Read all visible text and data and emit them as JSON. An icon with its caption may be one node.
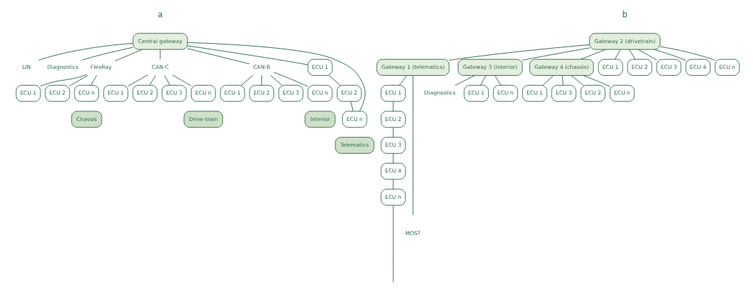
{
  "diagram": {
    "nodes": [
      {
        "text": [
          "Central gateway"
        ]
      },
      {
        "text": [
          "LIN"
        ]
      },
      {
        "text": [
          "Diagnostics"
        ]
      },
      {
        "text": [
          "FlexRay"
        ]
      },
      {
        "text": [
          "CAN-C"
        ]
      },
      {
        "text": [
          "CAN-B"
        ]
      },
      {
        "text": [
          "ECU 1"
        ]
      },
      {
        "text": [
          "ECU 2"
        ]
      },
      {
        "text": [
          "ECU n"
        ]
      },
      {
        "text": [
          "ECU 1"
        ]
      },
      {
        "text": [
          "ECU 2"
        ]
      },
      {
        "text": [
          "ECU 3"
        ]
      },
      {
        "text": [
          "ECU n"
        ]
      },
      {
        "text": [
          "ECU 1"
        ]
      },
      {
        "text": [
          "ECU 2"
        ]
      },
      {
        "text": [
          "ECU 3"
        ]
      },
      {
        "text": [
          "ECU n"
        ]
      },
      {
        "text": [
          "ECU 1"
        ]
      },
      {
        "text": [
          "ECU 2"
        ]
      },
      {
        "text": [
          "ECU n"
        ]
      },
      {
        "text": [
          "Chassis"
        ]
      },
      {
        "text": [
          "Drive-train"
        ]
      },
      {
        "text": [
          "Interior"
        ]
      },
      {
        "text": [
          "Telematics"
        ]
      },
      {
        "text": [
          "Gateway 2 (drivetrain)"
        ]
      },
      {
        "text": [
          "Gateway 1 (telematics)"
        ]
      },
      {
        "text": [
          "Gateway 3 (interior)"
        ]
      },
      {
        "text": [
          "Diagnostics"
        ]
      },
      {
        "text": [
          "Gateway 4 (chassis)"
        ]
      },
      {
        "text": [
          "ECU 1"
        ]
      },
      {
        "text": [
          "ECU 2"
        ]
      },
      {
        "text": [
          "ECU 3"
        ]
      },
      {
        "text": [
          "ECU 4"
        ]
      },
      {
        "text": [
          "ECU n"
        ]
      },
      {
        "text": [
          "ECU 1"
        ]
      },
      {
        "text": [
          "ECU 2"
        ]
      },
      {
        "text": [
          "ECU 3"
        ]
      },
      {
        "text": [
          "ECU 4"
        ]
      },
      {
        "text": [
          "ECU n"
        ]
      },
      {
        "text": [
          "ECU 1"
        ]
      },
      {
        "text": [
          "ECU n"
        ]
      },
      {
        "text": [
          "ECU 1"
        ]
      },
      {
        "text": [
          "ECU 3"
        ]
      },
      {
        "text": [
          "ECU 2"
        ]
      },
      {
        "text": [
          "ECU n"
        ]
      }
    ],
    "edges": [
      {
        "from": 0,
        "to": 1,
        "arrow": "none"
      },
      {
        "from": 0,
        "to": 2,
        "arrow": "none"
      },
      {
        "from": 0,
        "to": 3,
        "arrow": "none"
      },
      {
        "from": 0,
        "to": 4,
        "arrow": "none"
      },
      {
        "from": 0,
        "to": 5,
        "arrow": "none"
      },
      {
        "from": 3,
        "to": 6,
        "arrow": "none"
      },
      {
        "from": 3,
        "to": 7,
        "arrow": "none"
      },
      {
        "from": 3,
        "to": 8,
        "arrow": "none"
      },
      {
        "from": 4,
        "to": 9,
        "arrow": "none"
      },
      {
        "from": 4,
        "to": 10,
        "arrow": "none"
      },
      {
        "from": 4,
        "to": 11,
        "arrow": "none"
      },
      {
        "from": 4,
        "to": 12,
        "arrow": "none"
      },
      {
        "from": 5,
        "to": 13,
        "arrow": "none"
      },
      {
        "from": 5,
        "to": 14,
        "arrow": "none"
      },
      {
        "from": 5,
        "to": 15,
        "arrow": "none"
      },
      {
        "from": 5,
        "to": 16,
        "arrow": "none"
      },
      {
        "from": 0,
        "to": 17,
        "arrow": "none"
      },
      {
        "from": 17,
        "to": 18,
        "arrow": "none"
      },
      {
        "from": 18,
        "to": 19,
        "arrow": "none"
      },
      {
        "from": 19,
        "to": 0,
        "arrow": "none"
      },
      {
        "from": 24,
        "to": 25,
        "arrow": "none"
      },
      {
        "from": 24,
        "to": 26,
        "arrow": "none"
      },
      {
        "from": 24,
        "to": 28,
        "arrow": "none"
      },
      {
        "from": 26,
        "to": 27,
        "arrow": "none"
      },
      {
        "from": 25,
        "to": 29,
        "arrow": "none"
      },
      {
        "from": 29,
        "to": 30,
        "arrow": "none"
      },
      {
        "from": 30,
        "to": 31,
        "arrow": "none"
      },
      {
        "from": 31,
        "to": 32,
        "arrow": "none"
      },
      {
        "from": 32,
        "to": 33,
        "arrow": "none"
      },
      {
        "from": 33,
        "to": null,
        "arrow": "none"
      },
      {
        "from": 25,
        "to": null,
        "arrow": "none"
      },
      {
        "from": 24,
        "to": 34,
        "arrow": "none"
      },
      {
        "from": 24,
        "to": 35,
        "arrow": "none"
      },
      {
        "from": 24,
        "to": 36,
        "arrow": "none"
      },
      {
        "from": 24,
        "to": 37,
        "arrow": "none"
      },
      {
        "from": 24,
        "to": 38,
        "arrow": "none"
      },
      {
        "from": 26,
        "to": 39,
        "arrow": "none"
      },
      {
        "from": 26,
        "to": 40,
        "arrow": "none"
      },
      {
        "from": 28,
        "to": 41,
        "arrow": "none"
      },
      {
        "from": 28,
        "to": 42,
        "arrow": "none"
      },
      {
        "from": 28,
        "to": 43,
        "arrow": "none"
      },
      {
        "from": 28,
        "to": 44,
        "arrow": "none"
      }
    ],
    "labels": [
      "a",
      "b",
      "MOST"
    ]
  }
}
